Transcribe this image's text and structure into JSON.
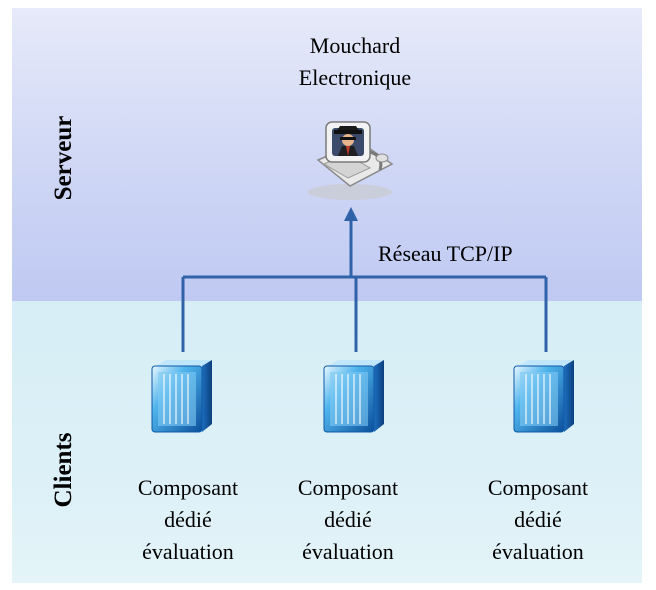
{
  "zones": {
    "server_label": "Serveur",
    "clients_label": "Clients"
  },
  "server": {
    "title_line1": "Mouchard",
    "title_line2": "Electronique",
    "icon": "spy-computer-icon"
  },
  "network": {
    "label": "Réseau TCP/IP"
  },
  "clients": [
    {
      "line1": "Composant",
      "line2": "dédié",
      "line3": "évaluation",
      "icon": "component-cube-icon"
    },
    {
      "line1": "Composant",
      "line2": "dédié",
      "line3": "évaluation",
      "icon": "component-cube-icon"
    },
    {
      "line1": "Composant",
      "line2": "dédié",
      "line3": "évaluation",
      "icon": "component-cube-icon"
    }
  ],
  "colors": {
    "connector": "#2f62a8",
    "server_zone": "#c9d2f4",
    "clients_zone": "#dbeff6"
  }
}
